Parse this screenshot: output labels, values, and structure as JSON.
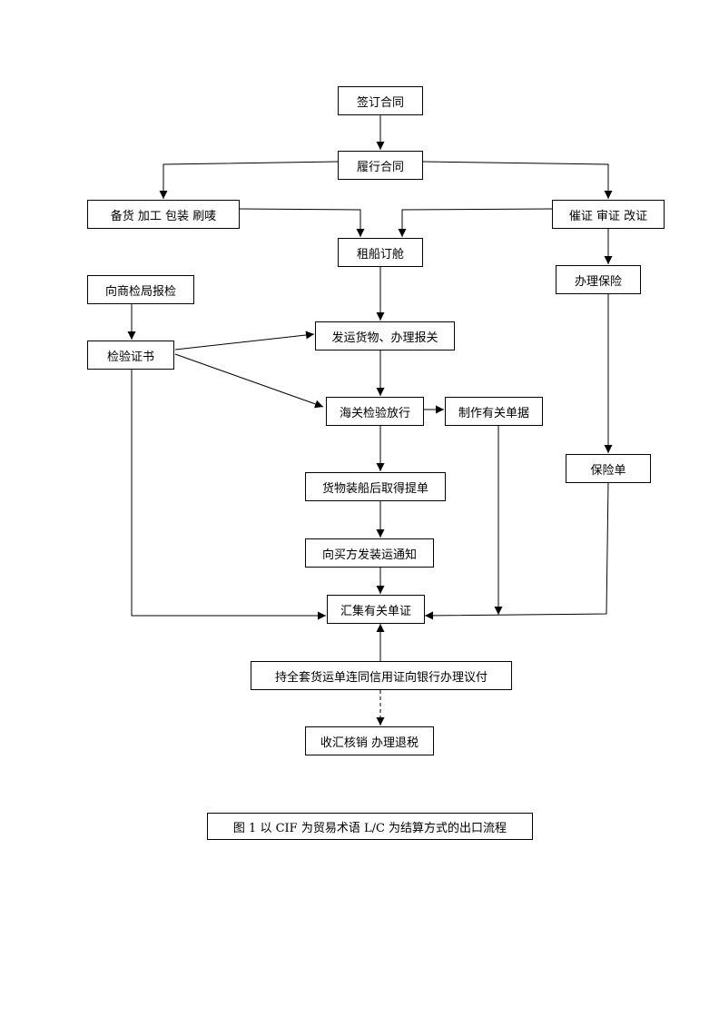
{
  "nodes": {
    "sign_contract": "签订合同",
    "perform_contract": "履行合同",
    "prepare_goods": "备货 加工 包装 刷唛",
    "urge_lc": "催证 审证 改证",
    "charter_ship": "租船订舱",
    "insurance": "办理保险",
    "apply_inspection": "向商检局报检",
    "inspection_cert": "检验证书",
    "ship_customs": "发运货物、办理报关",
    "customs_release": "海关检验放行",
    "make_documents": "制作有关单据",
    "insurance_policy": "保险单",
    "bill_of_lading": "货物装船后取得提单",
    "shipping_notice": "向买方发装运通知",
    "collect_documents": "汇集有关单证",
    "negotiate_bank": "持全套货运单连同信用证向银行办理议付",
    "settle_tax": "收汇核销 办理退税"
  },
  "caption": "图 1 以 CIF 为贸易术语 L/C 为结算方式的出口流程"
}
